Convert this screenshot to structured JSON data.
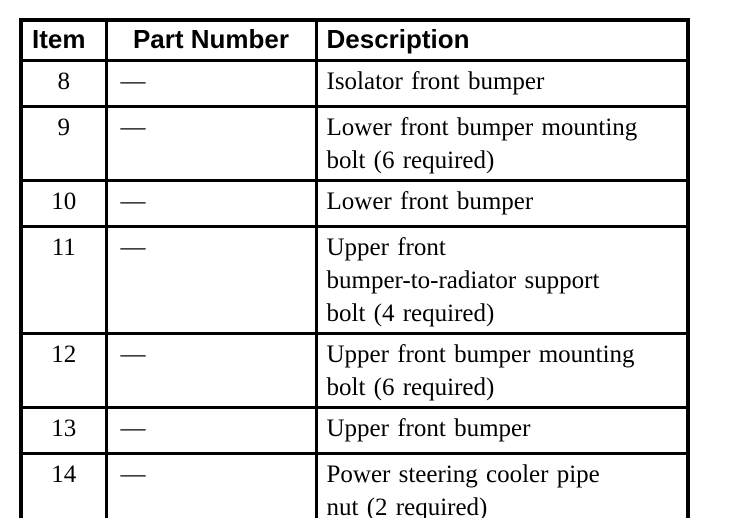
{
  "table": {
    "headers": {
      "item": "Item",
      "part_number": "Part Number",
      "description": "Description"
    },
    "rows": [
      {
        "item": "8",
        "part_number": "—",
        "description": "Isolator front bumper"
      },
      {
        "item": "9",
        "part_number": "—",
        "description": "Lower front bumper mounting\nbolt (6 required)"
      },
      {
        "item": "10",
        "part_number": "—",
        "description": "Lower front bumper"
      },
      {
        "item": "11",
        "part_number": "—",
        "description": "Upper front\nbumper-to-radiator support\nbolt (4 required)"
      },
      {
        "item": "12",
        "part_number": "—",
        "description": "Upper front bumper mounting\nbolt (6 required)"
      },
      {
        "item": "13",
        "part_number": "—",
        "description": "Upper front bumper"
      },
      {
        "item": "14",
        "part_number": "—",
        "description": "Power steering cooler pipe\nnut (2 required)"
      }
    ]
  }
}
